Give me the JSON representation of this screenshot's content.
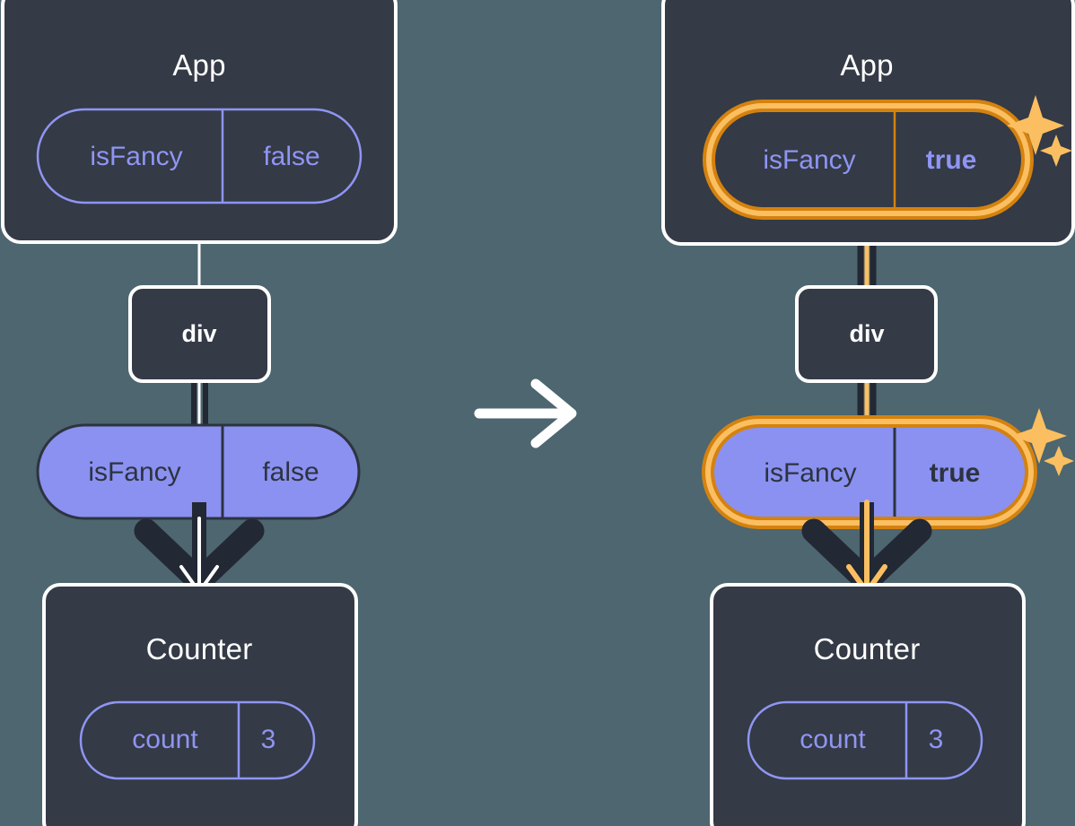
{
  "meta": {
    "title": "React state propagation diagram",
    "background_color": "#4d6670",
    "box_fill": "#343a46",
    "box_border": "#ffffff",
    "pill_fill_purple": "#8b91f0",
    "pill_text_purple": "#8f95f2",
    "pill_text_dark": "#2d3340",
    "highlight_outer": "#d4820f",
    "highlight_inner": "#fbbf61",
    "sparkle_color": "#fbbf61",
    "arrow_dark": "#222834"
  },
  "transition_arrow": {
    "icon": "arrow-right-icon",
    "label": "transitions to"
  },
  "panels": [
    {
      "id": "before",
      "name": "before-state",
      "app": {
        "title": "App",
        "prop": {
          "key": "isFancy",
          "value": "false",
          "highlighted": false,
          "style": "outline"
        }
      },
      "div": {
        "label": "div"
      },
      "prop_pill": {
        "key": "isFancy",
        "value": "false",
        "highlighted": false,
        "style": "filled"
      },
      "counter": {
        "title": "Counter",
        "state": {
          "key": "count",
          "value": "3",
          "highlighted": false,
          "style": "outline"
        }
      }
    },
    {
      "id": "after",
      "name": "after-state",
      "app": {
        "title": "App",
        "prop": {
          "key": "isFancy",
          "value": "true",
          "highlighted": true,
          "style": "outline"
        }
      },
      "div": {
        "label": "div"
      },
      "prop_pill": {
        "key": "isFancy",
        "value": "true",
        "highlighted": true,
        "style": "filled"
      },
      "counter": {
        "title": "Counter",
        "state": {
          "key": "count",
          "value": "3",
          "highlighted": false,
          "style": "outline"
        }
      }
    }
  ],
  "sparkles": [
    {
      "name": "sparkle-app-pill-left",
      "panel": "after"
    },
    {
      "name": "sparkle-prop-pill-left",
      "panel": "after"
    }
  ]
}
